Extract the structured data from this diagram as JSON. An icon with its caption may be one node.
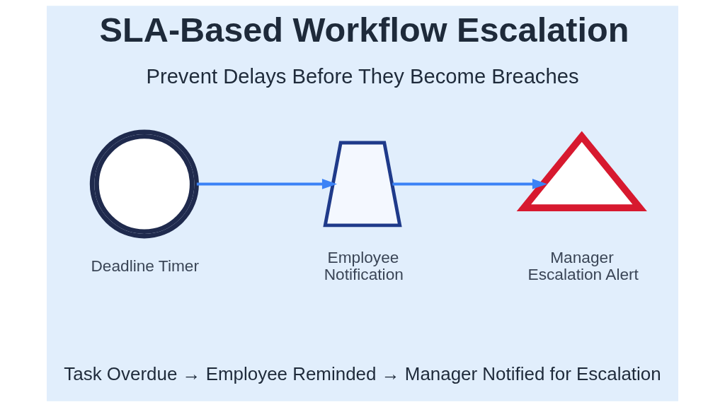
{
  "diagram": {
    "title": "SLA-Based Workflow Escalation",
    "nodes": [
      {
        "text": [],
        "shape": "picture",
        "beside": [
          "Deadline Timer"
        ]
      },
      {
        "text": [],
        "shape": "picture",
        "beside": [
          "Employee Notification"
        ]
      },
      {
        "text": [],
        "shape": "picture",
        "beside": [
          "Manager Escalation Alert"
        ]
      }
    ],
    "edges": [
      {
        "from": 0,
        "to": 1,
        "arrow": "to"
      },
      {
        "from": 1,
        "to": 2,
        "arrow": "to"
      }
    ],
    "labels": [
      "Prevent Delays Before They Become Breaches",
      "Task Overdue → Employee Reminded → Manager Notified for Escalation"
    ]
  }
}
